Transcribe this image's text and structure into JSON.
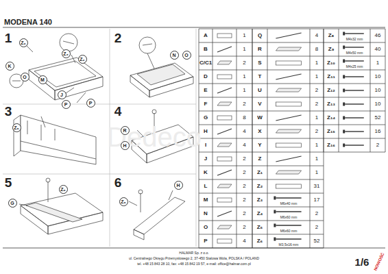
{
  "diagram": {
    "title": "MODENA 140",
    "nodes": [
      {
        "text": [
          "Z₉"
        ]
      },
      {
        "text": [
          "K"
        ]
      },
      {
        "text": [
          "O"
        ]
      },
      {
        "text": [
          "M"
        ]
      },
      {
        "text": [
          "Z₃"
        ]
      },
      {
        "text": [
          "Z₂"
        ]
      },
      {
        "text": [
          "J"
        ]
      },
      {
        "text": [
          "P"
        ]
      },
      {
        "text": [
          "P"
        ]
      },
      {
        "text": [
          "N"
        ]
      },
      {
        "text": [
          "O"
        ]
      },
      {
        "text": [
          "Z₆"
        ]
      },
      {
        "text": [
          "R"
        ]
      },
      {
        "text": [
          "H"
        ]
      },
      {
        "text": [
          "Z₆"
        ]
      },
      {
        "text": [
          "G"
        ]
      },
      {
        "text": [
          "Z₆"
        ]
      },
      {
        "text": [
          "H"
        ]
      }
    ],
    "labels": [
      "Dedeco",
      "1",
      "2",
      "3",
      "4",
      "5",
      "6",
      "A",
      "1",
      "B",
      "1",
      "C/C1",
      "2",
      "D",
      "1",
      "E",
      "1",
      "F",
      "2",
      "G",
      "8",
      "H",
      "4",
      "I",
      "4",
      "J",
      "2",
      "K",
      "2",
      "L",
      "2",
      "M",
      "2",
      "N",
      "2",
      "O",
      "2",
      "P",
      "4",
      "Q",
      "4",
      "R",
      "8",
      "S",
      "1",
      "T",
      "1",
      "U",
      "2",
      "V",
      "2",
      "W",
      "1",
      "X",
      "2",
      "Y",
      "1",
      "Z",
      "1",
      "Z₁",
      "1",
      "Z₂",
      "31",
      "Z₃",
      "17",
      "Z₄",
      "2",
      "Z₅",
      "2",
      "Z₆",
      "52",
      "Z₈",
      "46",
      "Z₉",
      "40",
      "Z₁₀",
      "1",
      "Z₁₁",
      "10",
      "Z₁₂",
      "10",
      "Z₁₃",
      "10",
      "Z₁₄",
      "52",
      "Z₁₅",
      "16",
      "Z₁₆",
      "2",
      "M6x40 mm",
      "M6x60 mm",
      "M6x60 mm",
      "M3,5x16 mm",
      "M4x32 mm",
      "M4x50 mm",
      "M4x25 mm",
      "HALMAR Sp. z o.o.",
      "ul. Centralnego Okręgu Przemysłowego 2, 37-450 Stalowa Wola, POLSKA / POLAND",
      "tel. +48 15 843 28 10, fax: +48 15 842 19 57, e-mail: office@halmar.com.pl",
      "1/6",
      "NOWOŚĆ"
    ]
  }
}
